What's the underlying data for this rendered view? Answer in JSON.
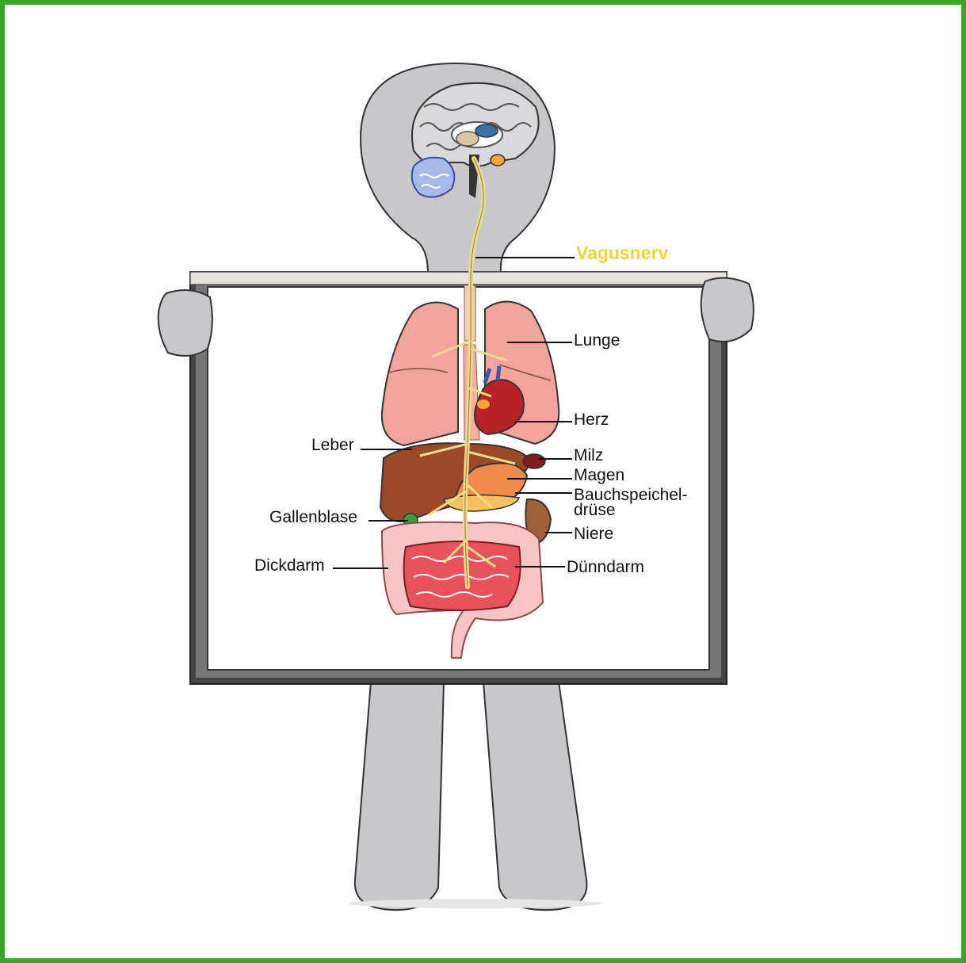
{
  "colors": {
    "frame": "#3aa528",
    "figure_gray": "#c8c8cb",
    "vagus_label": "#f2d33c",
    "nerve": "#eedc8a",
    "lung": "#f2a39c",
    "liver": "#9a4a28",
    "heart": "#b52228",
    "intestine": "#e8525a",
    "colon": "#f5c4c4"
  },
  "labels": {
    "vagus": "Vagusnerv",
    "lunge": "Lunge",
    "herz": "Herz",
    "leber": "Leber",
    "milz": "Milz",
    "magen": "Magen",
    "bauch1": "Bauchspeichel-",
    "bauch2": "drüse",
    "gallenblase": "Gallenblase",
    "niere": "Niere",
    "dickdarm": "Dickdarm",
    "duenndarm": "Dünndarm"
  },
  "icons": {
    "figure": "cartoon-figure-holding-board",
    "brain": "brain-icon",
    "organs": "internal-organs"
  }
}
